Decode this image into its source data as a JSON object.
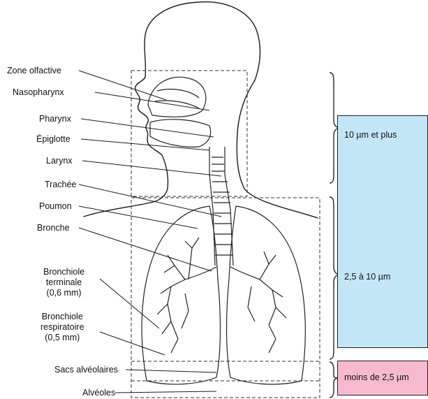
{
  "labels": {
    "zone_olfactive": "Zone olfactive",
    "nasopharynx": "Nasopharynx",
    "pharynx": "Pharynx",
    "epiglotte": "Épiglotte",
    "larynx": "Larynx",
    "trachee": "Trachée",
    "poumon": "Poumon",
    "bronche": "Bronche",
    "bronchiole_terminale": "Bronchiole\nterminale\n(0,6 mm)",
    "bronchiole_respiratoire": "Bronchiole\nrespiratoire\n(0,5 mm)",
    "sacs_alveolaires": "Sacs alvéolaires",
    "alveoles": "Alvéoles"
  },
  "zones": {
    "upper": {
      "text": "10 µm et plus",
      "color": "#c3e6f6"
    },
    "middle": {
      "text": "2,5 à 10 µm"
    },
    "lower": {
      "text": "moins de 2,5 µm",
      "color": "#f6b9cf"
    }
  }
}
